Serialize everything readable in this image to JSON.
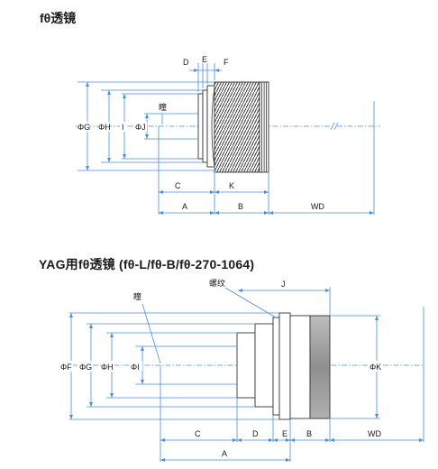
{
  "titles": {
    "ftheta": "fθ透镜",
    "yag": "YAG用fθ透镜 (fθ-L/fθ-B/fθ-270-1064)"
  },
  "diagram1": {
    "labels": {
      "D": "D",
      "E": "E",
      "F": "F",
      "G": "ΦG",
      "H": "ΦH",
      "I": "I",
      "J": "ΦJ",
      "pupil": "瞳",
      "C": "C",
      "K": "K",
      "A": "A",
      "B": "B",
      "WD": "WD"
    }
  },
  "diagram2": {
    "labels": {
      "thread": "螺纹",
      "J": "J",
      "pupil": "瞳",
      "F": "ΦF",
      "G": "ΦG",
      "H": "ΦH",
      "I": "ΦI",
      "K": "ΦK",
      "C": "C",
      "D": "D",
      "E": "E",
      "B": "B",
      "WD": "WD",
      "A": "A"
    }
  },
  "colors": {
    "dimension_line": "#4a8fd8",
    "outline": "#333333",
    "barrel_fill": "#9a9a9a"
  }
}
